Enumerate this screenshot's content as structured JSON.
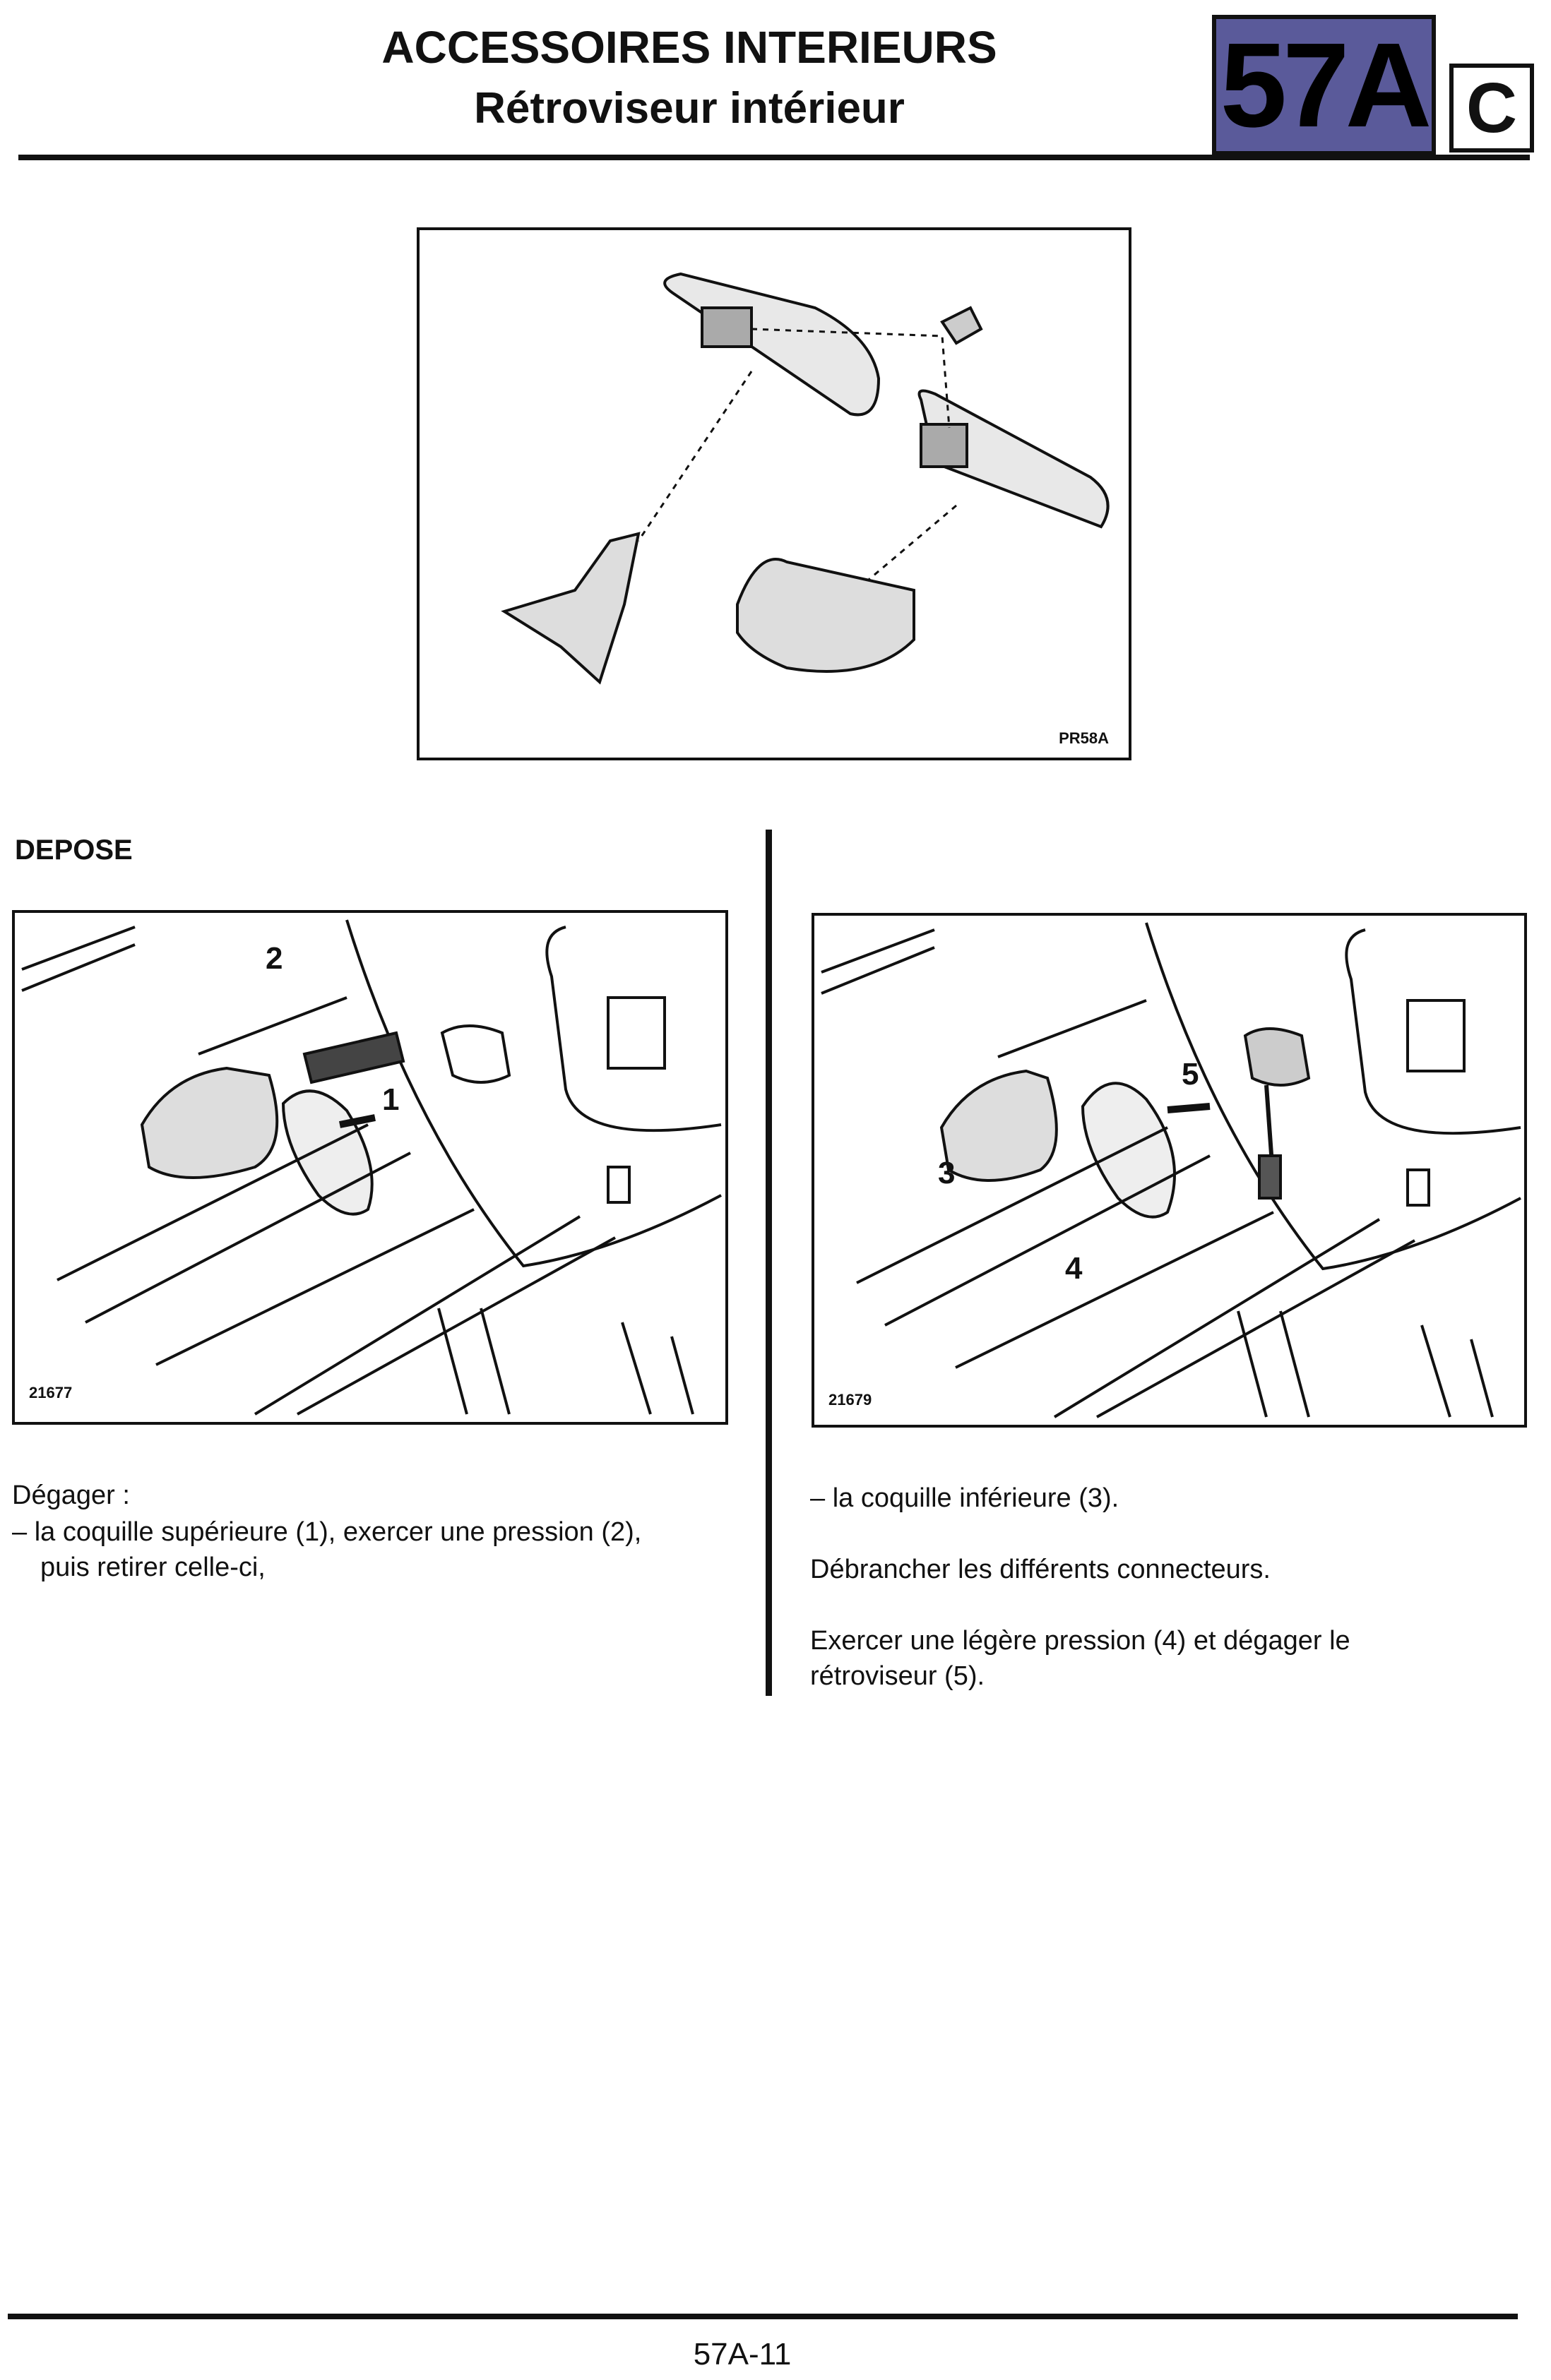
{
  "header": {
    "title": "ACCESSOIRES INTERIEURS",
    "subtitle": "Rétroviseur intérieur",
    "section_code": "57A",
    "variant_code": "C",
    "accent_color": "#5a5a9a"
  },
  "figures": {
    "top": {
      "ref": "PR58A"
    },
    "left": {
      "ref": "21677",
      "callouts": [
        "2",
        "1"
      ]
    },
    "right": {
      "ref": "21679",
      "callouts": [
        "5",
        "3",
        "4"
      ]
    }
  },
  "section_heading": "DEPOSE",
  "left_text": {
    "intro": "Dégager :",
    "item_line1": "– la coquille supérieure (1), exercer une pression (2),",
    "item_line2": "puis retirer celle-ci,"
  },
  "right_text": {
    "item": "– la coquille inférieure (3).",
    "p1": "Débrancher les différents connecteurs.",
    "p2_line1": "Exercer une légère pression (4) et dégager le",
    "p2_line2": "rétroviseur (5)."
  },
  "footer": {
    "page_number": "57A-11"
  }
}
